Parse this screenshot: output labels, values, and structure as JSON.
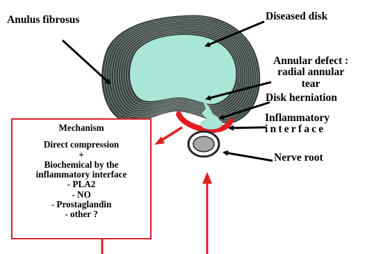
{
  "labels": {
    "anulus_fibrosus": "Anulus fibrosus",
    "diseased_disk": "Diseased disk",
    "annular_defect_line1": "Annular defect :",
    "annular_defect_line2": "radial annular",
    "annular_defect_line3": "tear",
    "disk_herniation": "Disk herniation",
    "inflammatory_line1": "Inflammatory",
    "inflammatory_line2": "interface",
    "nerve_root": "Nerve root"
  },
  "mechanism": {
    "title": "Mechanism",
    "line1": "Direct compression",
    "line2": "+",
    "line3": "Biochemical by the",
    "line4": "inflammatory interface",
    "line5": "- PLA2",
    "line6": "- NO",
    "line7": "- Prostaglandin",
    "line8": "- other ?"
  },
  "colors": {
    "anulus_dark": "#36403c",
    "ring_line": "#c9d3cf",
    "nucleus": "#a9e6d5",
    "inflammation_red": "#e21b22",
    "arrow_red": "#e02020",
    "nerve_grey": "#a7a7a7",
    "nerve_outline": "#222222"
  }
}
